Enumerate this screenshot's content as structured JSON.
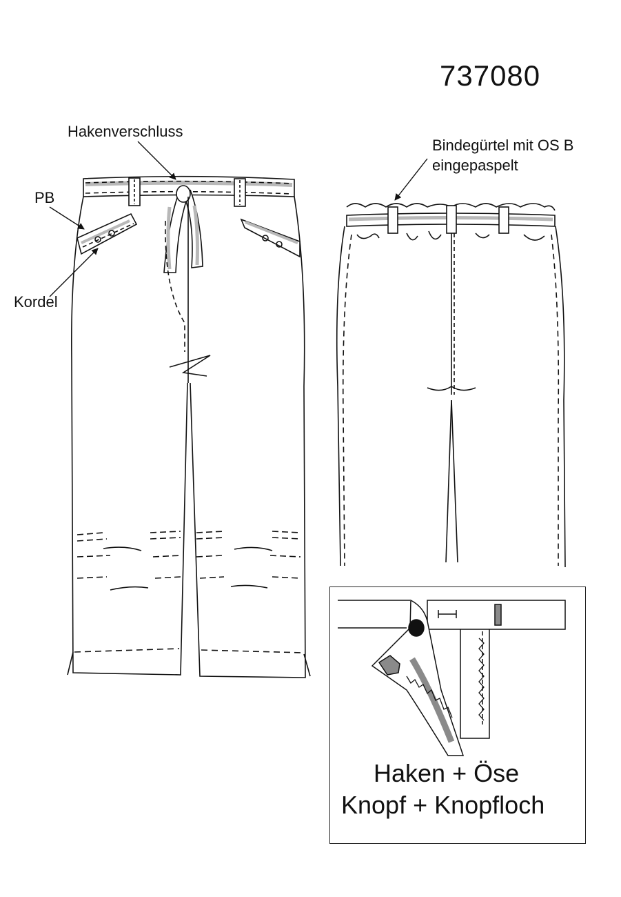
{
  "article_number": "737080",
  "labels": {
    "hook_closure": "Hakenverschluss",
    "pocket": "PB",
    "cord": "Kordel",
    "tie_belt_line1": "Bindegürtel mit OS  B",
    "tie_belt_line2": "eingepaspelt"
  },
  "detail": {
    "line1": "Haken + Öse",
    "line2": "Knopf + Knopfloch"
  },
  "colors": {
    "line": "#111111",
    "belt_tint": "#b8b8b8",
    "button": "#111111",
    "buttonhole": "#8a8a8a"
  }
}
